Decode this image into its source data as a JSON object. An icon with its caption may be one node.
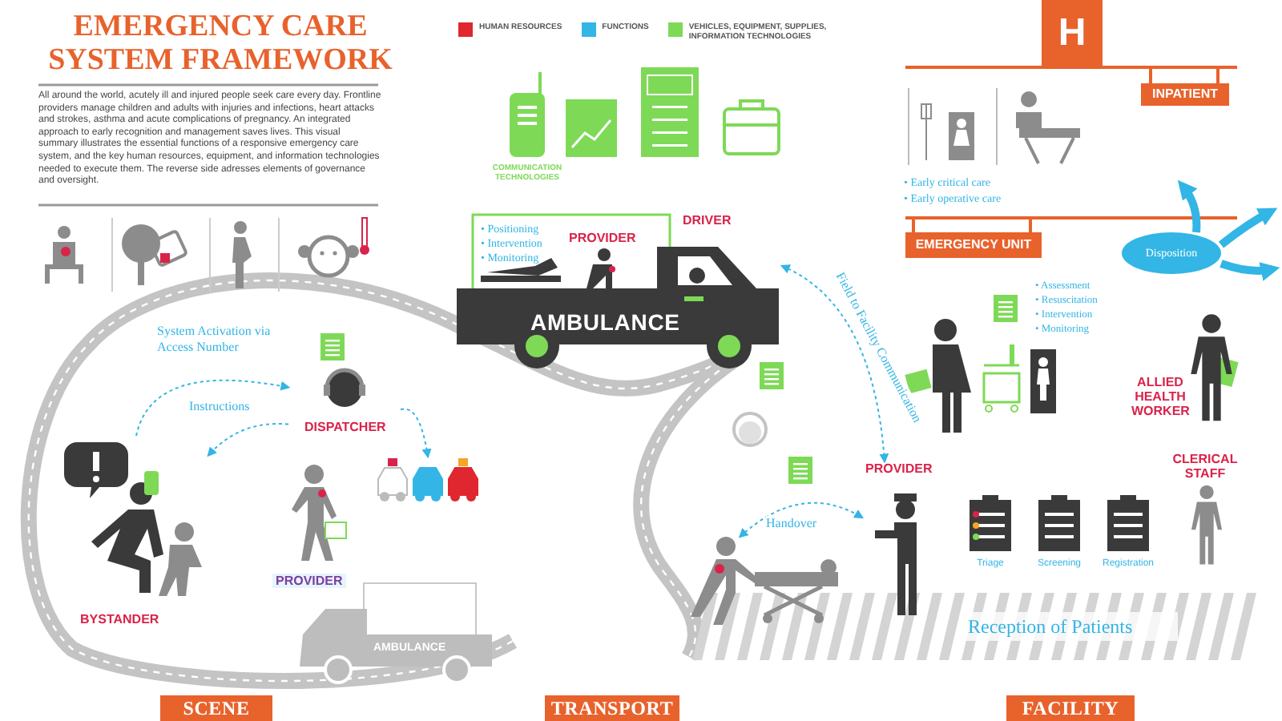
{
  "diagram": {
    "title": "EMERGENCY CARE SYSTEM FRAMEWORK",
    "nodes": [
      {
        "text": [
          "BYSTANDER"
        ]
      },
      {
        "text": [
          "DISPATCHER"
        ]
      },
      {
        "text": [
          "PROVIDER"
        ]
      },
      {
        "text": [],
        "shape": "picture"
      },
      {
        "text": [
          "AMBULANCE"
        ]
      },
      {
        "text": [
          "AMBULANCE"
        ]
      },
      {
        "text": [],
        "shape": "person"
      },
      {
        "text": [
          "PROVIDER"
        ]
      },
      {
        "text": [
          "H"
        ]
      },
      {
        "text": [
          "INPATIENT"
        ]
      },
      {
        "text": [
          "EMERGENCY UNIT"
        ]
      },
      {
        "text": [
          "Disposition"
        ]
      },
      {
        "text": [
          "ALLIED HEALTH WORKER"
        ]
      },
      {
        "text": [
          "CLERICAL STAFF"
        ]
      },
      {
        "text": [
          "SCENE"
        ]
      },
      {
        "text": [
          "TRANSPORT"
        ]
      },
      {
        "text": [
          "FACILITY"
        ]
      }
    ],
    "edges": [
      {
        "from": 0,
        "to": 1,
        "arrow": "to",
        "label": "System Activation via Access Number",
        "style": "dashed"
      },
      {
        "from": 1,
        "to": 0,
        "arrow": "to",
        "label": "Instructions",
        "style": "dashed"
      },
      {
        "from": 1,
        "to": 3,
        "arrow": "to",
        "style": "dashed"
      },
      {
        "from": 5,
        "to": 7,
        "arrow": "both",
        "label": "Field to Facility Communication",
        "style": "dashed"
      },
      {
        "from": 6,
        "to": 7,
        "arrow": "both",
        "label": "Handover",
        "style": "dashed"
      },
      {
        "from": 11,
        "to": null,
        "arrow": "to",
        "style": "thick"
      },
      {
        "from": 11,
        "to": null,
        "arrow": "to",
        "style": "thick"
      },
      {
        "from": 11,
        "to": null,
        "arrow": "to",
        "style": "thick"
      }
    ],
    "labels": [
      "All around the world, acutely ill and injured people seek care every day. Frontline providers manage children and adults with injuries and infections, heart attacks and strokes, asthma and acute complications of pregnancy. An integrated approach to early recognition and management saves lives. This visual summary illustrates the essential functions of a responsive emergency care system, and the key human resources, equipment, and information technologies needed to execute them. The reverse side adresses elements of governance and oversight.",
      "COMMUNICATION TECHNOLOGIES",
      "• Positioning",
      "• Intervention",
      "• Monitoring",
      "PROVIDER",
      "DRIVER",
      "• Early critical care",
      "• Early operative care",
      "• Assessment",
      "• Resuscitation",
      "• Intervention",
      "• Monitoring",
      "Triage",
      "Screening",
      "Registration",
      "Reception of Patients"
    ],
    "legend": [
      {
        "text": "HUMAN RESOURCES",
        "color": "#e0262f"
      },
      {
        "text": "FUNCTIONS",
        "color": "#33b5e5"
      },
      {
        "text": "VEHICLES, EQUIPMENT, SUPPLIES, INFORMATION TECHNOLOGIES",
        "color": "#7ed957"
      }
    ]
  }
}
